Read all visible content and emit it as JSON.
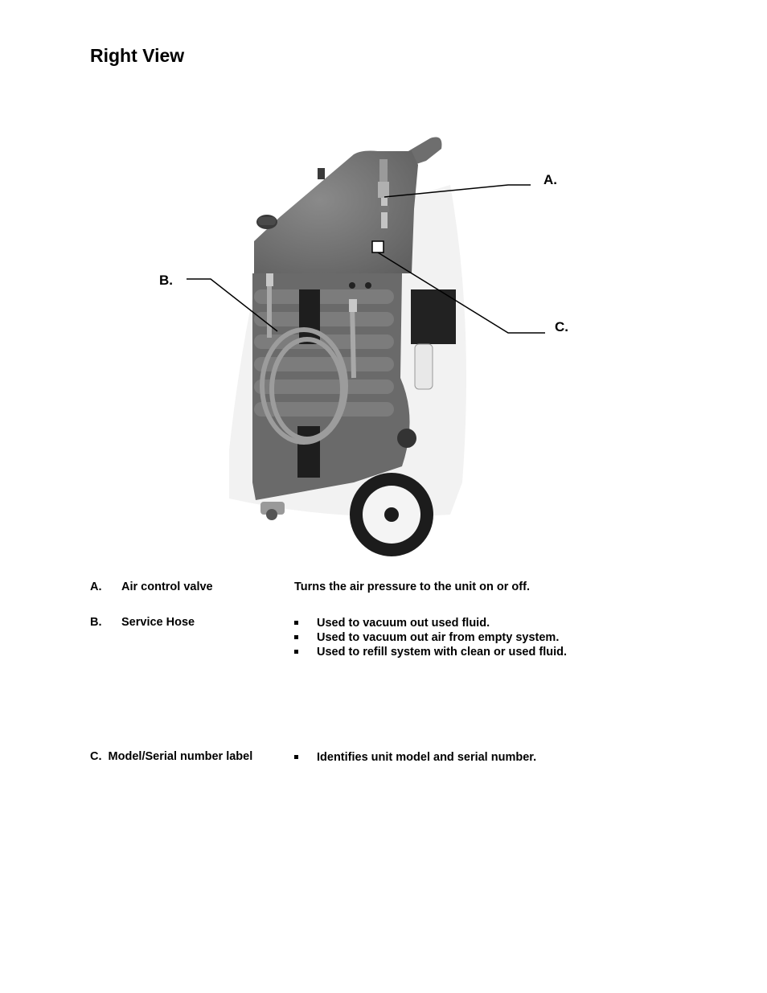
{
  "page": {
    "title": "Right View"
  },
  "figure": {
    "callouts": {
      "a": "A.",
      "b": "B.",
      "c": "C."
    }
  },
  "items": [
    {
      "letter": "A.",
      "name": "Air control valve",
      "description": "Turns the air pressure to the unit on or off."
    },
    {
      "letter": "B.",
      "name": "Service Hose",
      "bullets": [
        "Used to vacuum out used fluid.",
        "Used to vacuum out air from empty system.",
        "Used to refill system with clean or used fluid."
      ]
    },
    {
      "label": "C.  Model/Serial number label",
      "bullets": [
        "Identifies unit model and serial number."
      ]
    }
  ]
}
